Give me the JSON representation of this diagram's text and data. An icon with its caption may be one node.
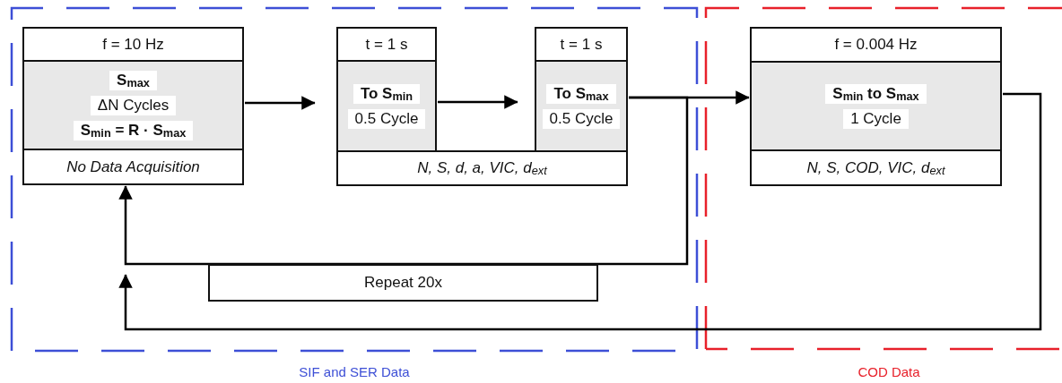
{
  "diagram": {
    "nodes": [
      {
        "text": [
          "SIF and SER Data"
        ]
      },
      {
        "text": [
          "COD Data"
        ]
      },
      {
        "text": [
          "f = 10 Hz",
          "S$_{max}$",
          "ΔN Cycles",
          "S$_{min}$ = R · S$_{max}$",
          "No Data Acquisition"
        ],
        "in": 0
      },
      {
        "text": [
          "t = 1 s",
          "To S$_{min}$",
          "0.5 Cycle"
        ],
        "in": 0
      },
      {
        "text": [
          "t = 1 s",
          "To S$_{max}$",
          "0.5 Cycle"
        ],
        "in": 0
      },
      {
        "text": [
          "N, S, d, a, VIC, d$_{ext}$"
        ],
        "in": 0
      },
      {
        "text": [
          "f = 0.004 Hz",
          "S$_{min}$ to S$_{max}$",
          "1 Cycle",
          "N, S, COD, VIC, d$_{ext}$"
        ],
        "in": 1
      },
      {
        "text": [
          "Repeat 20x"
        ],
        "in": 0
      }
    ],
    "edges": [
      {
        "from": 2,
        "to": 3,
        "arrow": "to"
      },
      {
        "from": 3,
        "to": 4,
        "arrow": "to"
      },
      {
        "from": 4,
        "to": 6,
        "arrow": "to"
      },
      {
        "from": 4,
        "to": 2,
        "arrow": "to"
      },
      {
        "from": 6,
        "to": null,
        "arrow": "to"
      }
    ]
  }
}
